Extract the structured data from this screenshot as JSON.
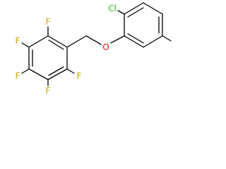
{
  "molecule": {
    "atoms": {
      "fluorine_top": {
        "label": "F",
        "color": "#c9a400"
      },
      "fluorine_upper_left": {
        "label": "F",
        "color": "#c9a400"
      },
      "fluorine_lower_left": {
        "label": "F",
        "color": "#c9a400"
      },
      "fluorine_bottom": {
        "label": "F",
        "color": "#c9a400"
      },
      "fluorine_right": {
        "label": "F",
        "color": "#c9a400"
      },
      "oxygen": {
        "label": "O",
        "color": "#e8120c"
      },
      "chlorine": {
        "label": "Cl",
        "color": "#22c21a"
      }
    },
    "colors": {
      "bond": "#000000",
      "background": "#ffffff"
    }
  }
}
